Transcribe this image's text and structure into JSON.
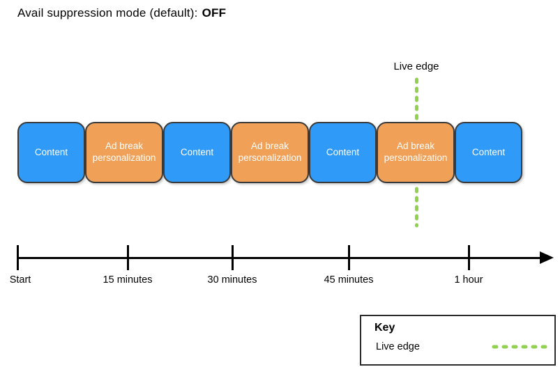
{
  "title": {
    "text": "Avail suppression mode (default):",
    "value": "OFF"
  },
  "live_edge_label": "Live edge",
  "timeline_blocks": [
    {
      "label": "Content",
      "type": "content"
    },
    {
      "label": "Ad break personalization",
      "type": "ad"
    },
    {
      "label": "Content",
      "type": "content"
    },
    {
      "label": "Ad break personalization",
      "type": "ad"
    },
    {
      "label": "Content",
      "type": "content"
    },
    {
      "label": "Ad break personalization",
      "type": "ad"
    },
    {
      "label": "Content",
      "type": "content"
    }
  ],
  "axis": {
    "ticks": [
      "Start",
      "15 minutes",
      "30 minutes",
      "45 minutes",
      "1 hour"
    ]
  },
  "legend": {
    "title": "Key",
    "items": [
      {
        "label": "Live edge",
        "swatch": "green-dashed-line"
      }
    ]
  },
  "colors": {
    "content_blue": "#2F9AF7",
    "ad_orange": "#F0A057",
    "live_edge_green": "#92D050",
    "axis_black": "#000000"
  }
}
